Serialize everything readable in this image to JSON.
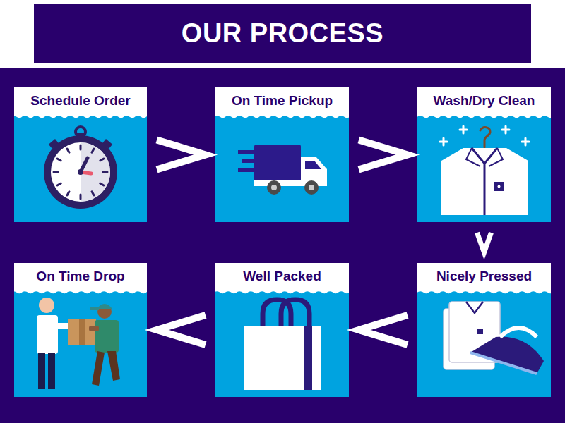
{
  "diagram": {
    "title": "OUR PROCESS",
    "nodes": [
      {
        "text": [
          "Schedule Order"
        ]
      },
      {
        "text": [
          "On Time Pickup"
        ]
      },
      {
        "text": [
          "Wash/Dry Clean"
        ]
      },
      {
        "text": [
          "On Time Drop"
        ]
      },
      {
        "text": [
          "Well Packed"
        ]
      },
      {
        "text": [
          "Nicely Pressed"
        ]
      }
    ],
    "edges": [
      {
        "from": 0,
        "to": 1,
        "arrow": "to"
      },
      {
        "from": 1,
        "to": 2,
        "arrow": "to"
      },
      {
        "from": 2,
        "to": 5,
        "arrow": "to"
      },
      {
        "from": 5,
        "to": 4,
        "arrow": "to"
      },
      {
        "from": 4,
        "to": 3,
        "arrow": "to"
      }
    ]
  }
}
